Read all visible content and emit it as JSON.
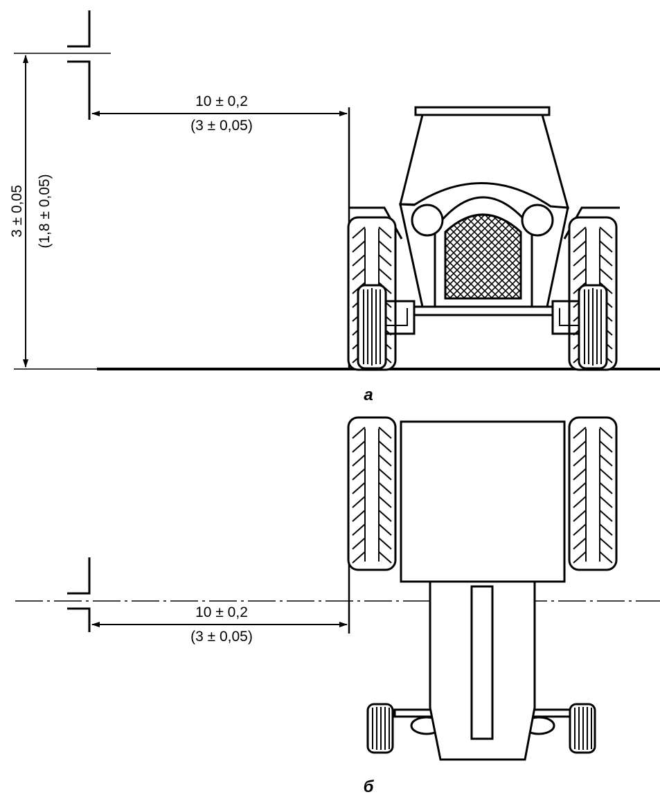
{
  "view_a": {
    "caption": "а",
    "vertical_dimension": {
      "primary": "3 ± 0,05",
      "secondary": "(1,8 ± 0,05)"
    },
    "horizontal_dimension": {
      "primary": "10 ± 0,2",
      "secondary": "(3 ± 0,05)"
    }
  },
  "view_b": {
    "caption": "б",
    "horizontal_dimension": {
      "primary": "10 ± 0,2",
      "secondary": "(3 ± 0,05)"
    }
  },
  "colors": {
    "line": "#000000",
    "background": "#ffffff"
  }
}
